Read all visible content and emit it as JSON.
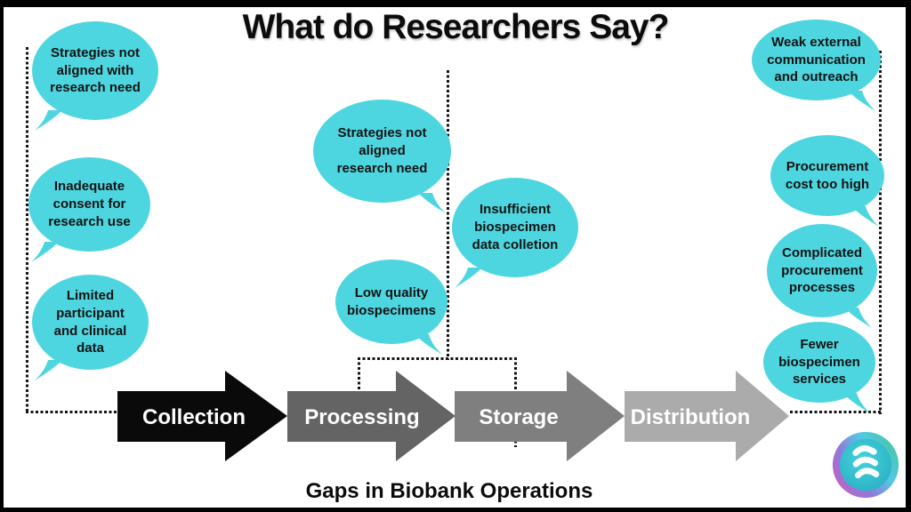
{
  "title": "What do Researchers Say?",
  "caption": "Gaps in Biobank Operations",
  "colors": {
    "bubble_fill": "#4ed6e0",
    "connector_dotted": "#141414",
    "arrow_collection": "#0a0a0a",
    "arrow_processing": "#646464",
    "arrow_storage": "#7f7f7f",
    "arrow_distribution": "#ababab",
    "arrow_label_text": "#ffffff",
    "text": "#121212"
  },
  "arrows": [
    {
      "label": "Collection"
    },
    {
      "label": "Processing"
    },
    {
      "label": "Storage"
    },
    {
      "label": "Distribution"
    }
  ],
  "bubbles": [
    {
      "text": "Strategies not\naligned with\nresearch need",
      "stage": "Collection",
      "tail": "left"
    },
    {
      "text": "Inadequate\nconsent for\nresearch use",
      "stage": "Collection",
      "tail": "left"
    },
    {
      "text": "Limited\nparticipant\nand clinical\ndata",
      "stage": "Collection",
      "tail": "left"
    },
    {
      "text": "Strategies not\naligned\nresearch need",
      "stage": "Processing",
      "tail": "right"
    },
    {
      "text": "Insufficient\nbiospecimen\ndata colletion",
      "stage": "Processing",
      "tail": "left"
    },
    {
      "text": "Low quality\nbiospecimens",
      "stage": "Processing",
      "tail": "right"
    },
    {
      "text": "Weak external\ncommunication\nand outreach",
      "stage": "Distribution",
      "tail": "right"
    },
    {
      "text": "Procurement\ncost too high",
      "stage": "Distribution",
      "tail": "right"
    },
    {
      "text": "Complicated\nprocurement\nprocesses",
      "stage": "Distribution",
      "tail": "right"
    },
    {
      "text": "Fewer\nbiospecimen\nservices",
      "stage": "Distribution",
      "tail": "right"
    }
  ]
}
